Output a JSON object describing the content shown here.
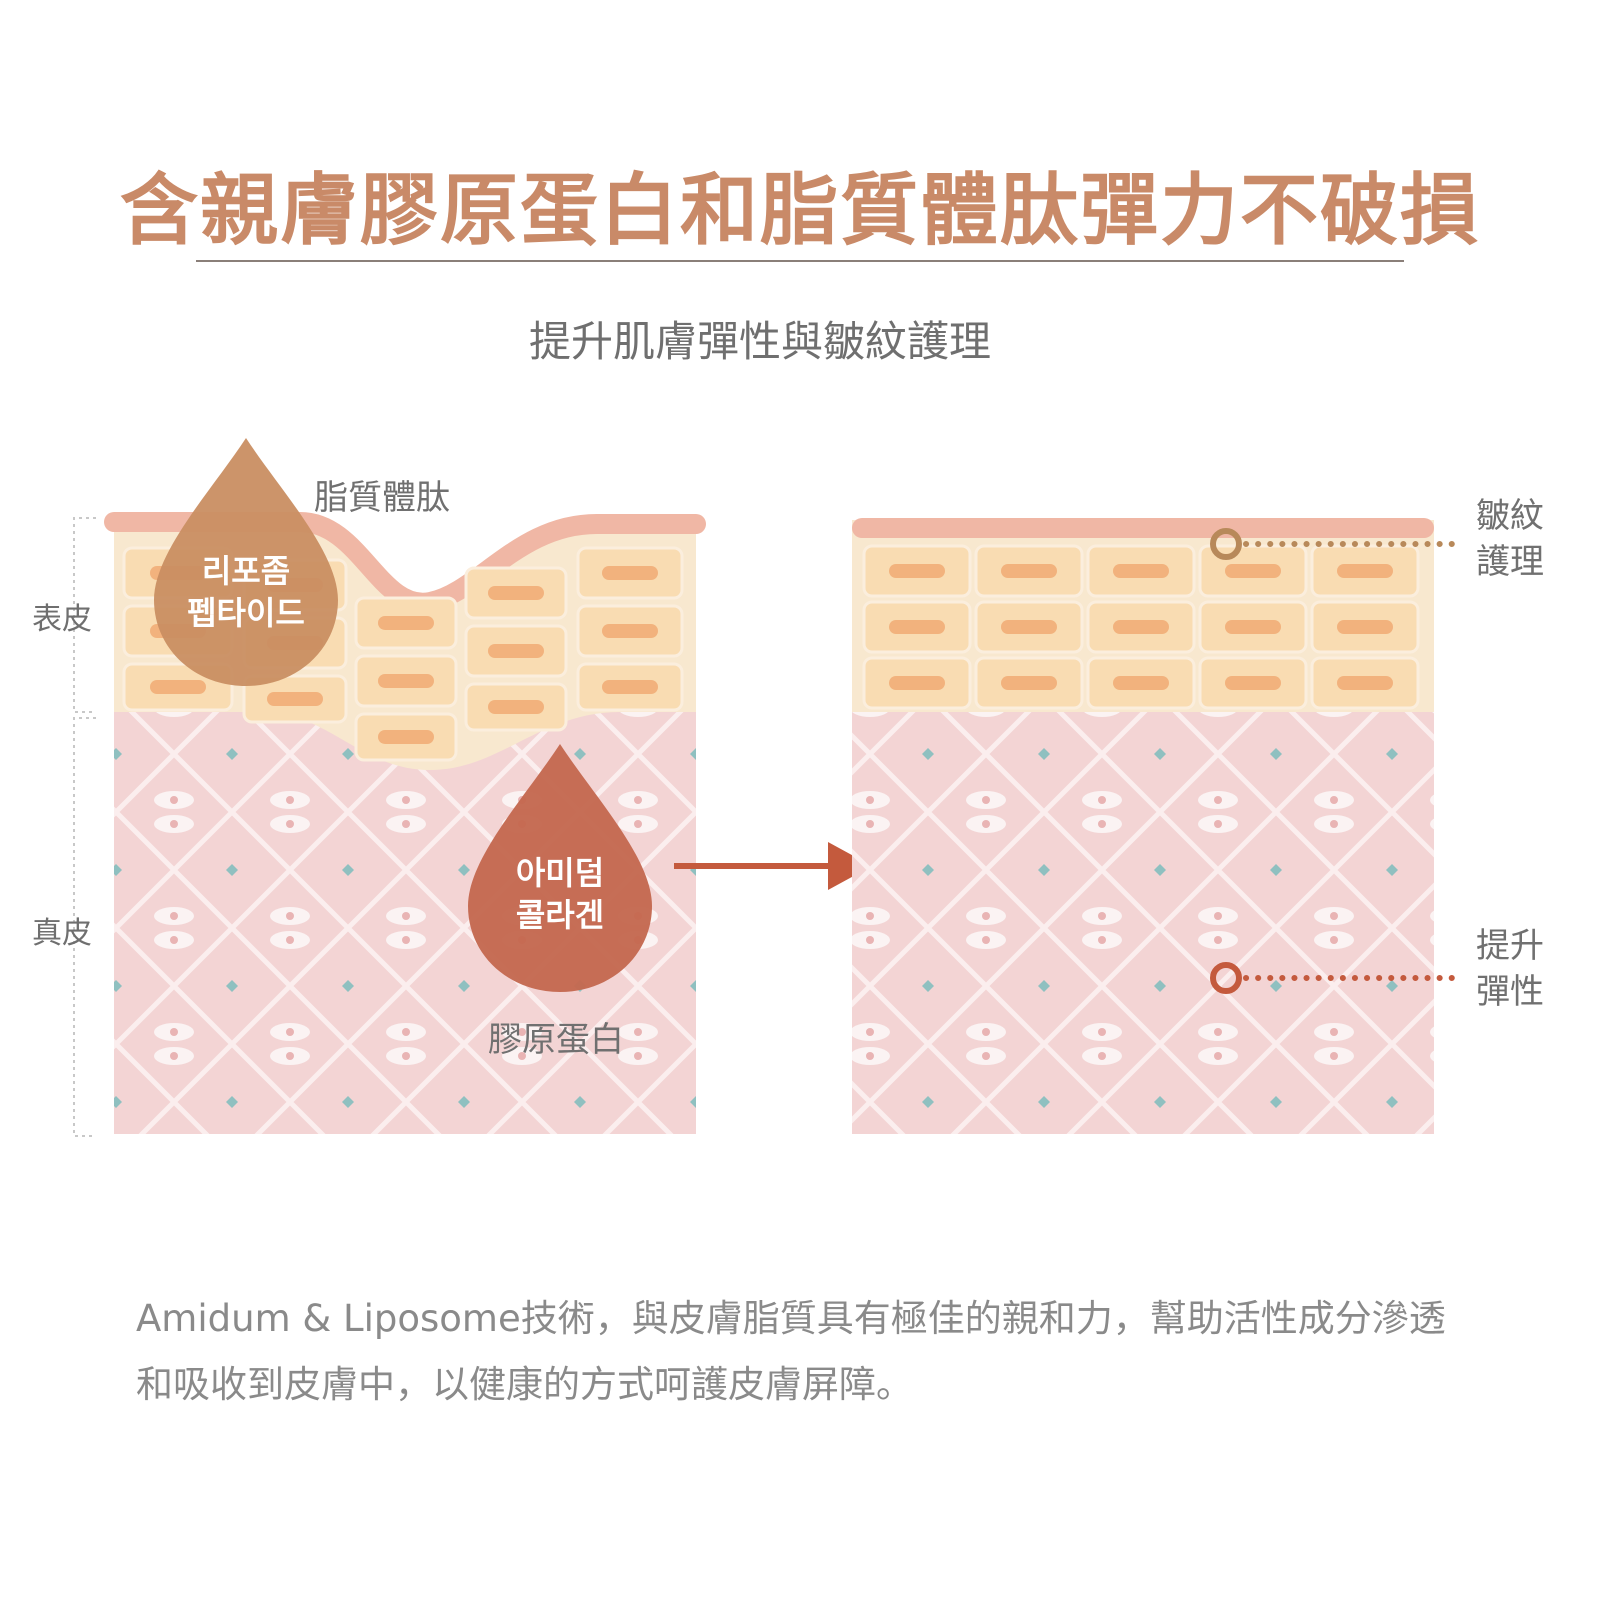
{
  "title": "含親膚膠原蛋白和脂質體肽彈力不破損",
  "subtitle": "提升肌膚彈性與皺紋護理",
  "layers": {
    "epidermis": "表皮",
    "dermis": "真皮"
  },
  "before": {
    "liposome_drop": {
      "line1": "리포좀",
      "line2": "펩타이드",
      "caption": "脂質體肽"
    },
    "collagen_drop": {
      "line1": "아미덤",
      "line2": "콜라겐",
      "caption": "膠原蛋白"
    }
  },
  "after": {
    "wrinkle_care": {
      "line1": "皺紋",
      "line2": "護理"
    },
    "firming": {
      "line1": "提升",
      "line2": "彈性"
    }
  },
  "description": "Amidum & Liposome技術，與皮膚脂質具有極佳的親和力，幫助活性成分滲透和吸收到皮膚中，以健康的方式呵護皮膚屏障。",
  "colors": {
    "title": "#c98a68",
    "skin_top": "#f0b7a5",
    "epidermis": "#f8e8cf",
    "cell": "#f9dcb2",
    "cell_core": "#f2b27d",
    "dermis": "#f3d4d4",
    "liposome_drop": "#c98e62",
    "collagen_drop": "#c4684f",
    "arrow": "#c45a3d"
  }
}
